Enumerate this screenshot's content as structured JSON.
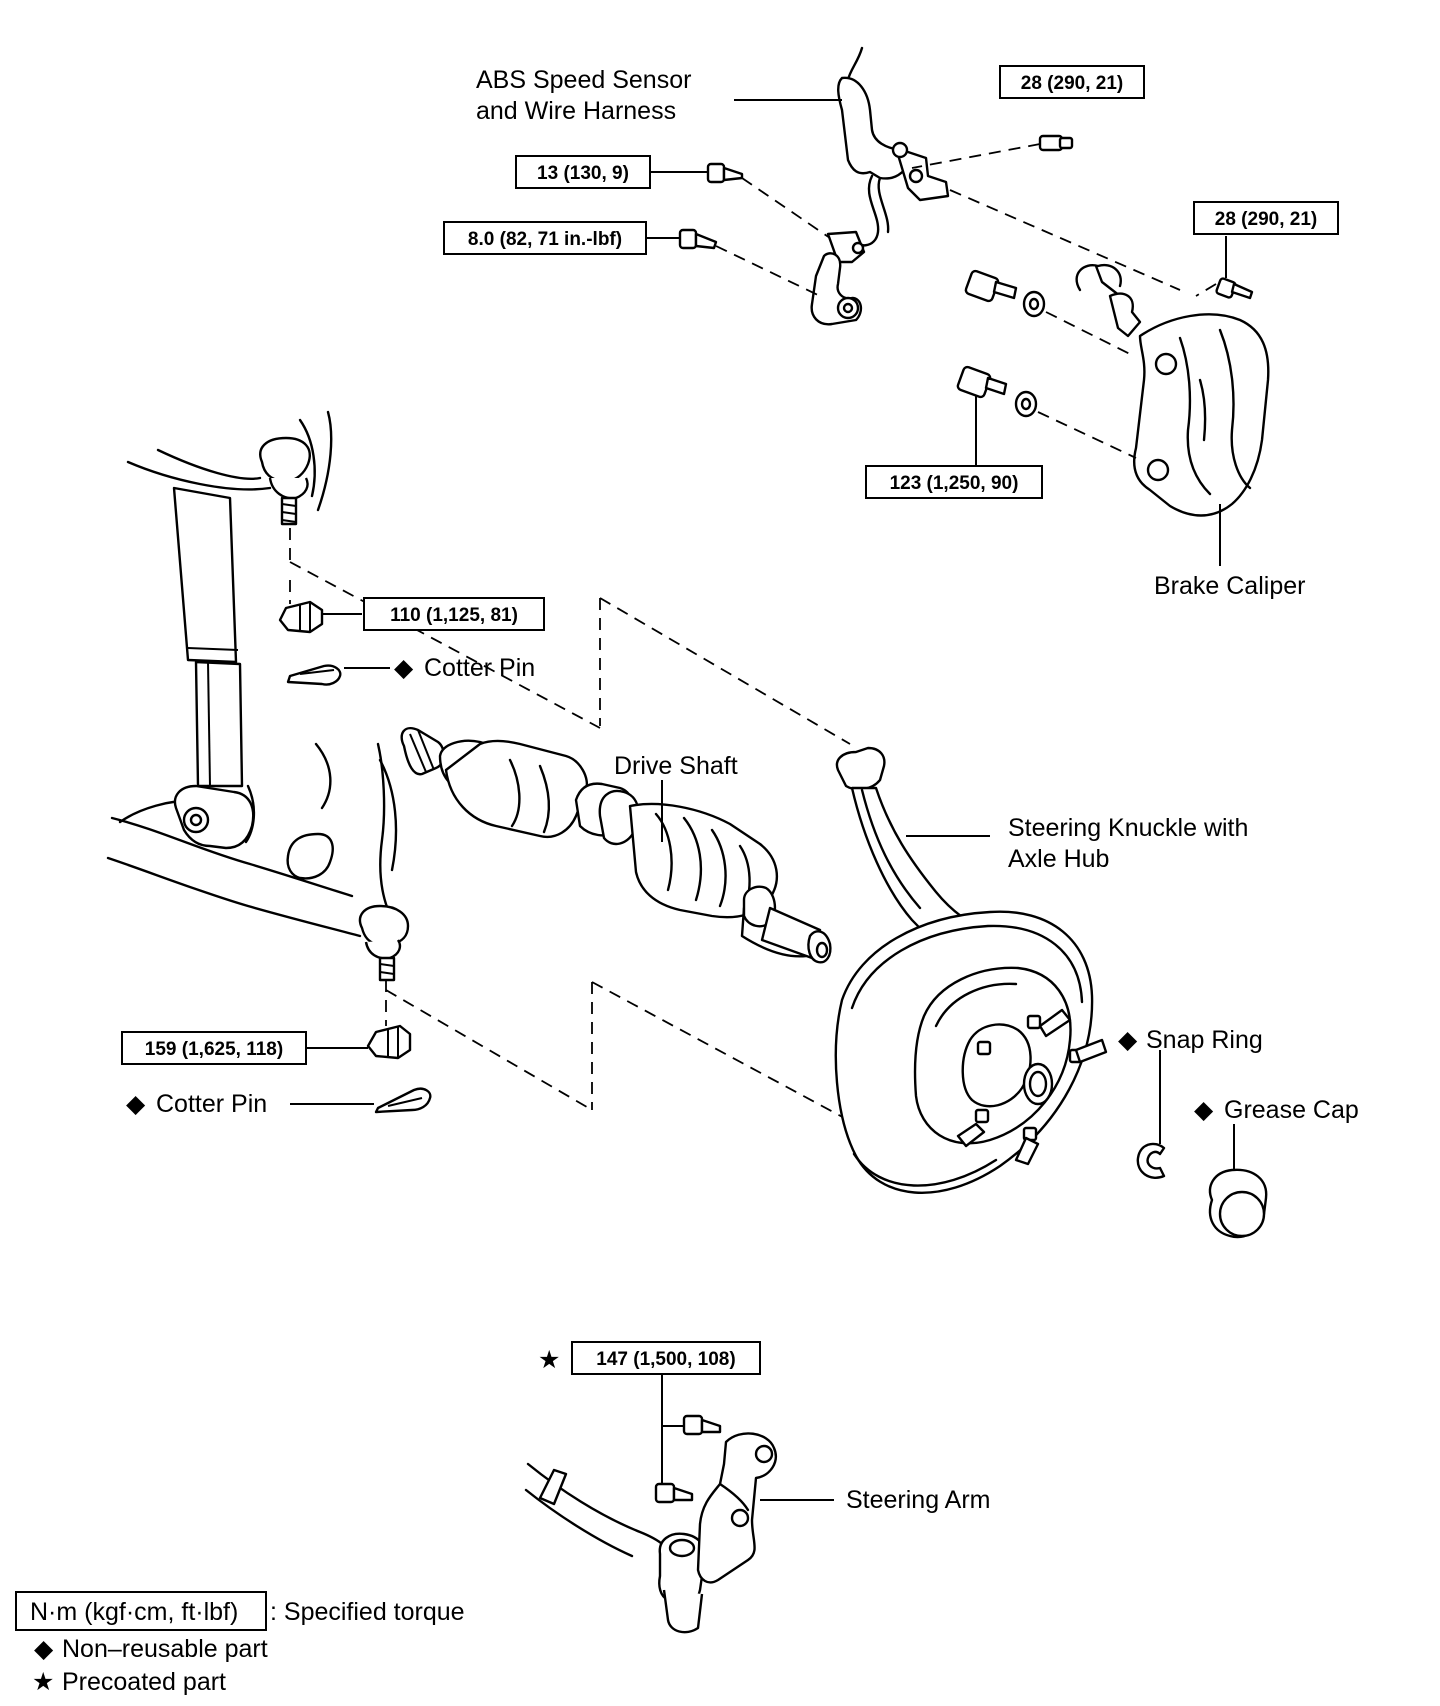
{
  "labels": {
    "abs_sensor_line1": "ABS Speed Sensor",
    "abs_sensor_line2": "and Wire Harness",
    "brake_caliper": "Brake Caliper",
    "cotter_pin_upper": "Cotter Pin",
    "cotter_pin_lower": "Cotter Pin",
    "drive_shaft": "Drive Shaft",
    "knuckle_line1": "Steering Knuckle with",
    "knuckle_line2": "Axle Hub",
    "snap_ring": "Snap Ring",
    "grease_cap": "Grease Cap",
    "steering_arm": "Steering Arm"
  },
  "torques": {
    "abs_bracket_bolt": "28 (290, 21)",
    "abs_upper_bolt": "13 (130, 9)",
    "abs_sensor_bolt": "8.0 (82, 71 in.-lbf)",
    "caliper_upper_bolt": "28 (290, 21)",
    "caliper_mount_bolt": "123 (1,250, 90)",
    "upper_ball_joint_nut": "110 (1,125, 81)",
    "lower_ball_joint_nut": "159 (1,625, 118)",
    "steering_arm_bolt": "147 (1,500, 108)"
  },
  "symbols": {
    "non_reusable": "◆",
    "precoated": "★"
  },
  "legend": {
    "torque_unit": "N·m (kgf·cm, ft·lbf)",
    "torque_desc": ": Specified torque",
    "non_reusable": "Non–reusable part",
    "precoated": "Precoated part"
  }
}
